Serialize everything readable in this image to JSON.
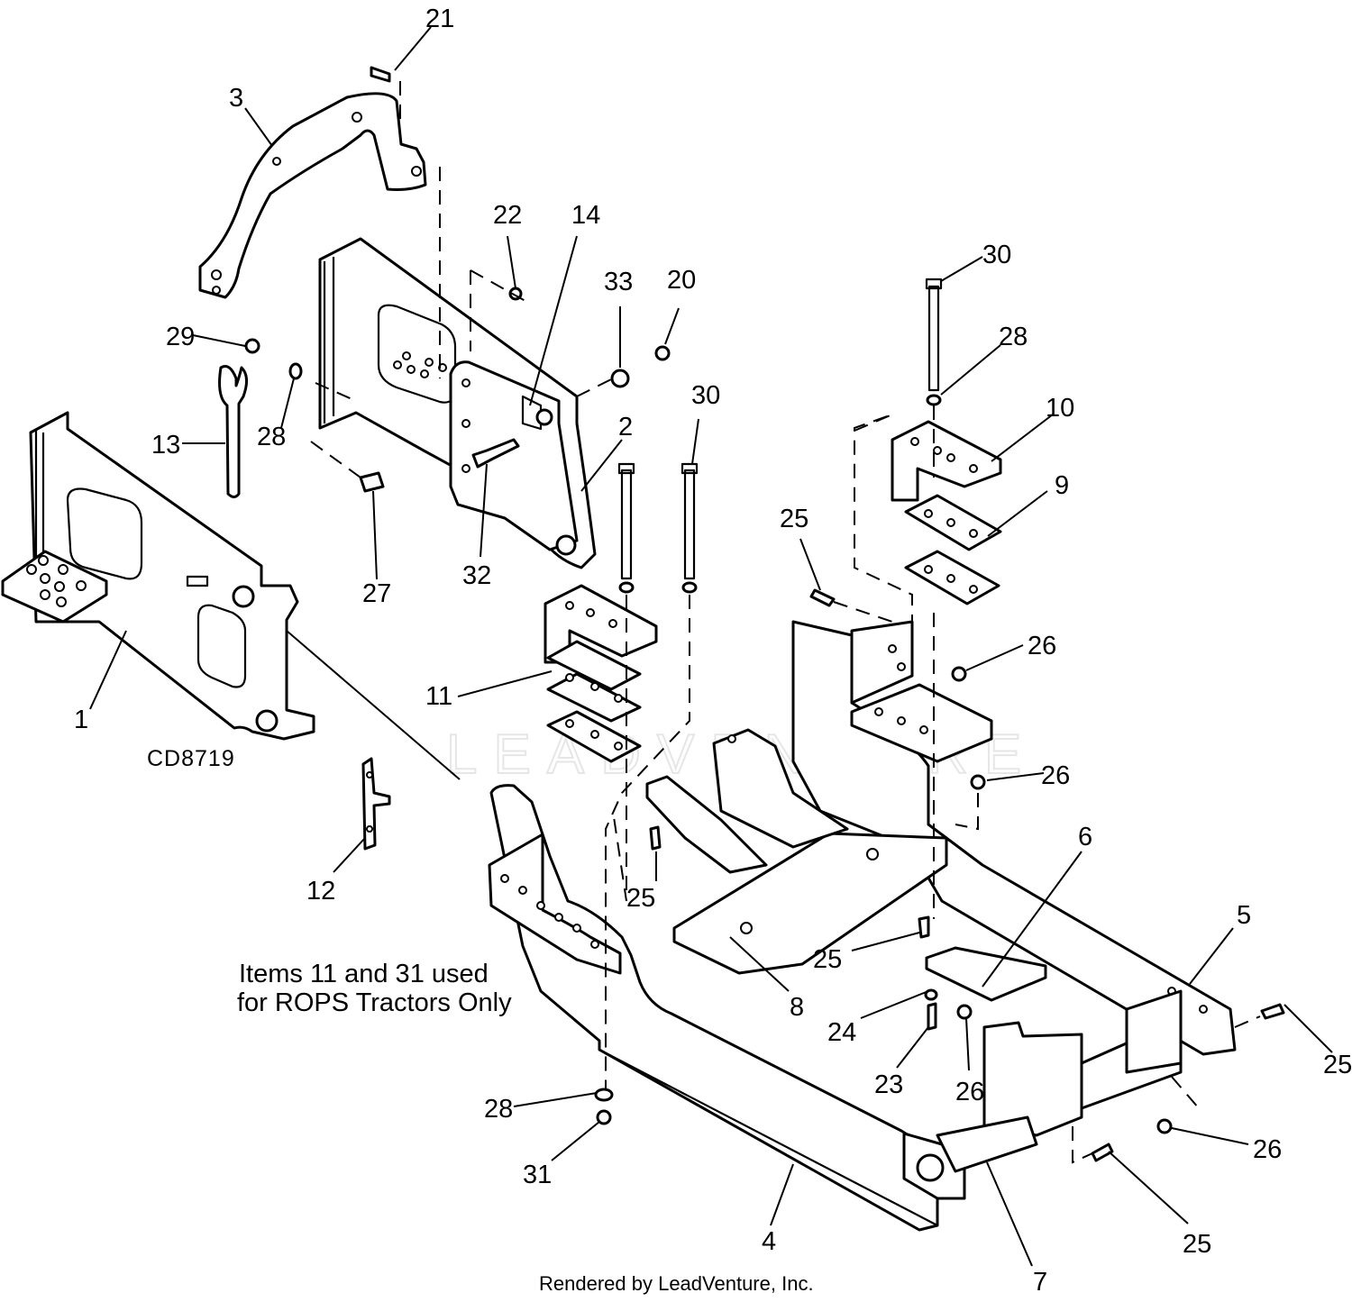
{
  "diagram": {
    "reference_code": "CD8719",
    "note_lines": [
      "Items 11 and 31 used",
      "for ROPS Tractors Only"
    ],
    "credit": "Rendered by LeadVenture, Inc.",
    "watermark": "LEADVENTURE",
    "callouts": {
      "c1": "1",
      "c2": "2",
      "c3": "3",
      "c4": "4",
      "c5": "5",
      "c6": "6",
      "c7": "7",
      "c8": "8",
      "c9": "9",
      "c10": "10",
      "c11": "11",
      "c12": "12",
      "c13": "13",
      "c14": "14",
      "c20": "20",
      "c21": "21",
      "c22": "22",
      "c23": "23",
      "c24": "24",
      "c25a": "25",
      "c25b": "25",
      "c25c": "25",
      "c25d": "25",
      "c25e": "25",
      "c26a": "26",
      "c26b": "26",
      "c26c": "26",
      "c26d": "26",
      "c27": "27",
      "c28a": "28",
      "c28b": "28",
      "c28c": "28",
      "c29": "29",
      "c30a": "30",
      "c30b": "30",
      "c31": "31",
      "c32": "32",
      "c33": "33"
    }
  }
}
